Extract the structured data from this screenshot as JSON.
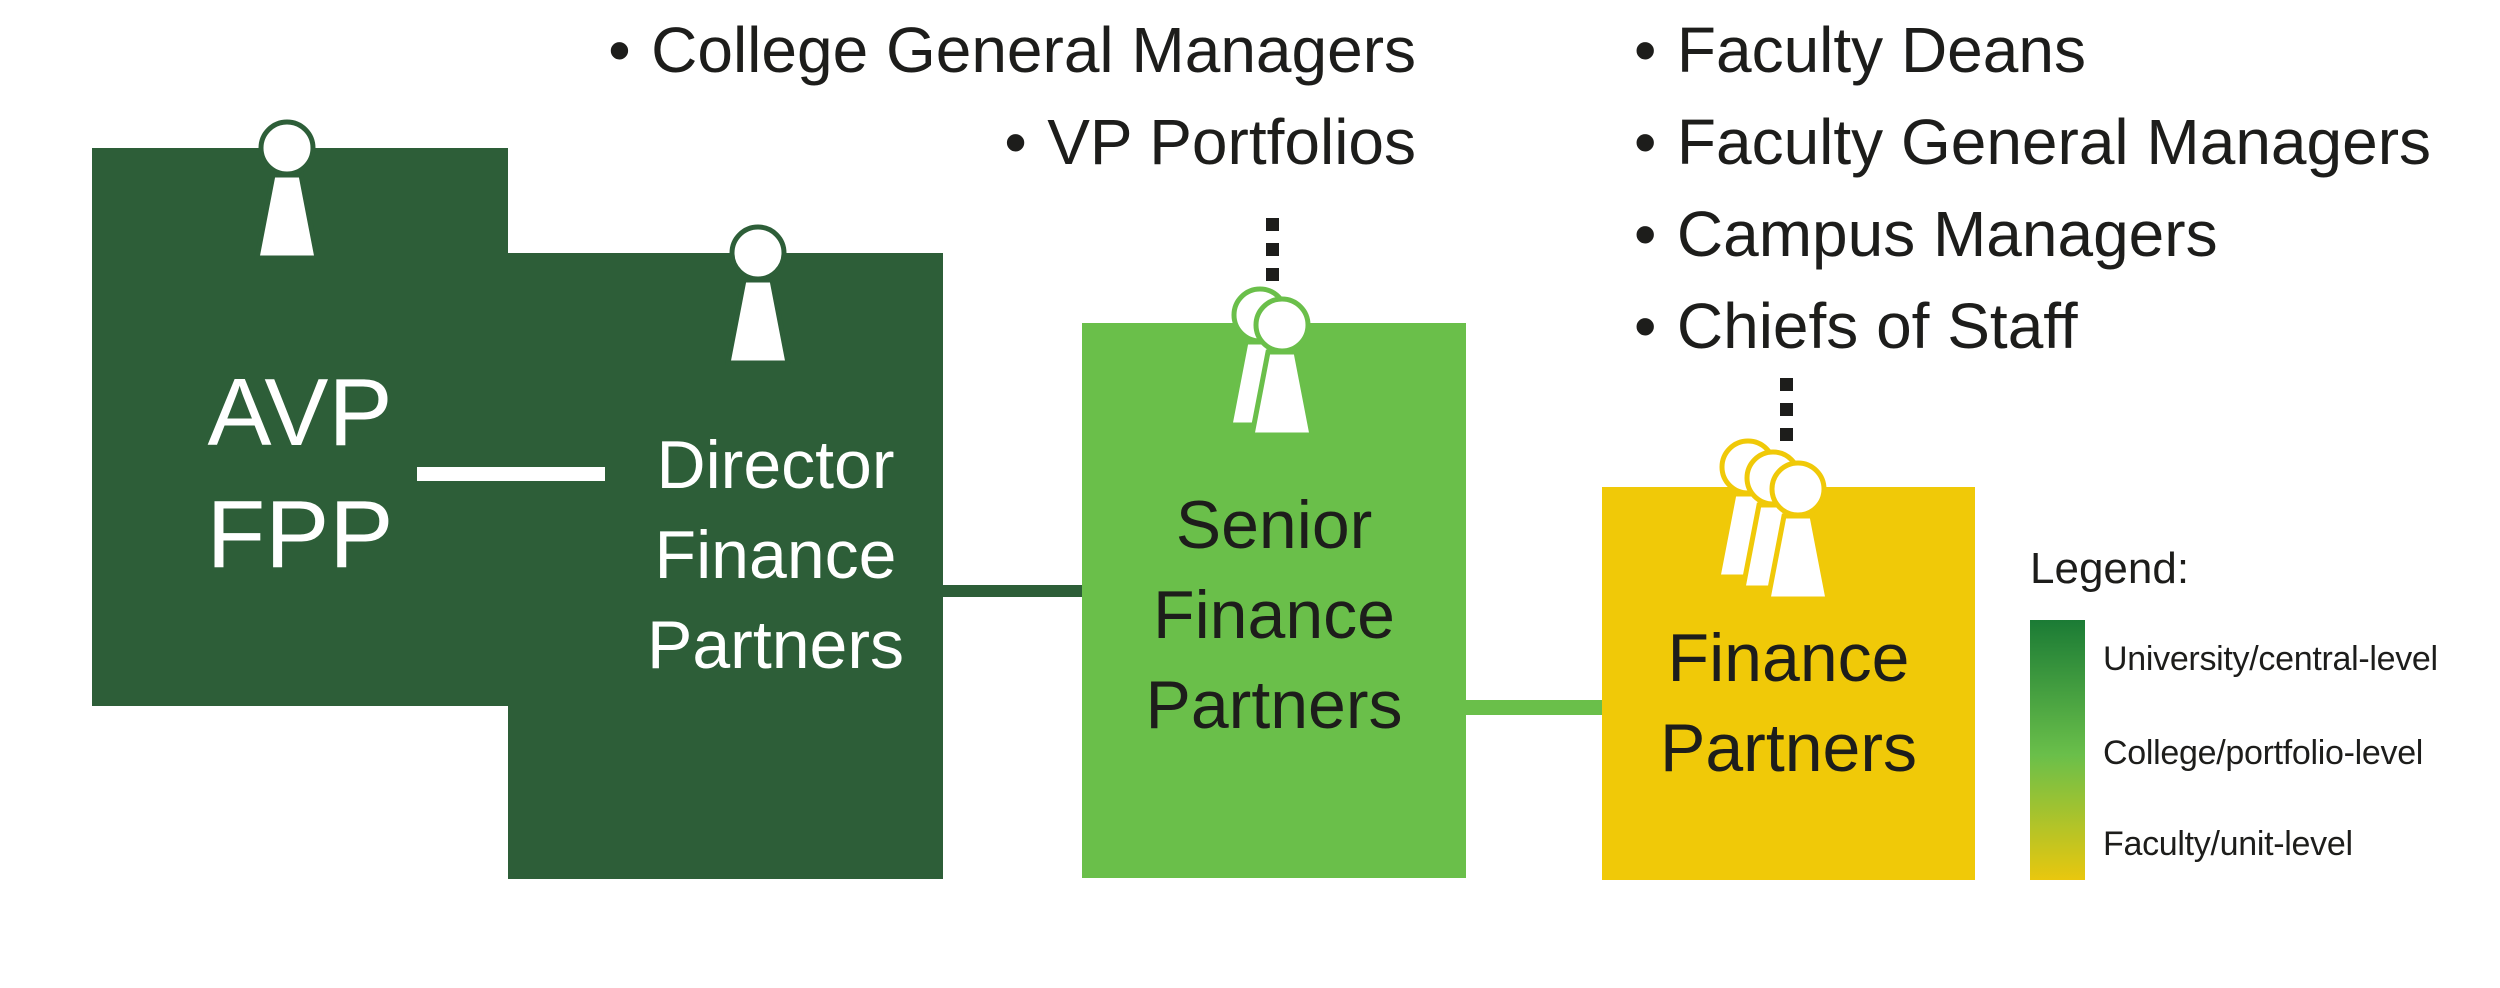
{
  "boxes": {
    "avp": {
      "lines": [
        "AVP",
        "FPP"
      ]
    },
    "director": {
      "lines": [
        "Director",
        "Finance",
        "Partners"
      ]
    },
    "senior": {
      "lines": [
        "Senior",
        "Finance",
        "Partners"
      ]
    },
    "finance": {
      "lines": [
        "Finance",
        "Partners"
      ]
    }
  },
  "lists": {
    "bullet": "•",
    "center": {
      "items": [
        "College General Managers",
        "VP Portfolios"
      ]
    },
    "right": {
      "items": [
        "Faculty Deans",
        "Faculty General Managers",
        "Campus Managers",
        "Chiefs of Staff"
      ]
    }
  },
  "legend": {
    "title": "Legend:",
    "items": [
      "University/central-level",
      "College/portfolio-level",
      "Faculty/unit-level"
    ]
  },
  "icons": {
    "avp": "single-person-keyhole-icon",
    "director": "single-person-keyhole-icon",
    "senior": "two-person-keyhole-icon",
    "finance": "three-person-keyhole-icon"
  },
  "colors": {
    "dark_green": "#2d5e38",
    "light_green": "#6abf4a",
    "yellow": "#f0c908",
    "text_black": "#1d1d1b",
    "legend_gradient_top": "#1b7b35",
    "legend_gradient_mid": "#6abf4a",
    "legend_gradient_bottom": "#e9c70e"
  }
}
